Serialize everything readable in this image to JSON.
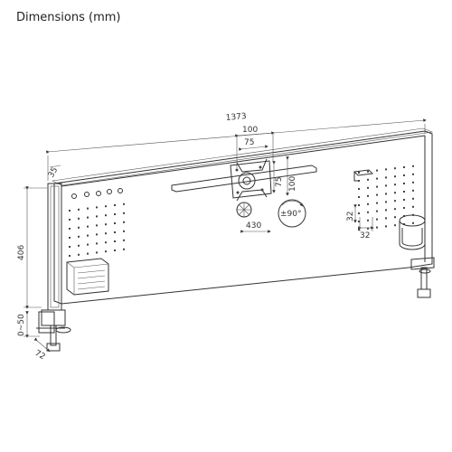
{
  "title": "Dimensions (mm)",
  "dimensions": {
    "overall_width": "1373",
    "vesa_outer": "100",
    "vesa_inner": "75",
    "vesa_inner_vertical": "75",
    "vesa_outer_vertical": "100",
    "panel_thickness": "35",
    "height": "406",
    "clamp_range": "0~50",
    "clamp_depth": "72",
    "slot_length": "430",
    "rotation": "±90°",
    "pegboard_spacing_v": "32",
    "pegboard_spacing_h": "32"
  }
}
